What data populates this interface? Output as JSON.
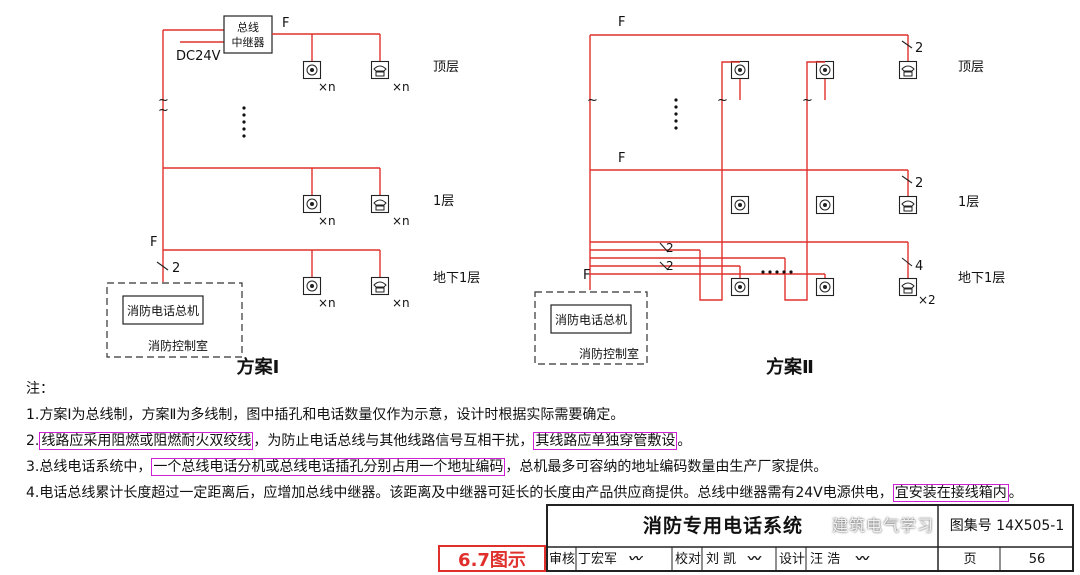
{
  "scheme1": {
    "repeater_line1": "总线",
    "repeater_line2": "中继器",
    "power_label": "DC24V",
    "wire_label_f": "F",
    "wire_label_f2": "F",
    "count_2": "2",
    "floor_top": "顶层",
    "floor_1": "1层",
    "floor_b1": "地下1层",
    "mult_n": "×n",
    "host_label": "消防电话总机",
    "room_label": "消防控制室",
    "caption": "方案Ⅰ"
  },
  "scheme2": {
    "wire_label_f": "F",
    "count_2": "2",
    "count_4": "4",
    "mult_2": "×2",
    "floor_top": "顶层",
    "floor_1": "1层",
    "floor_b1": "地下1层",
    "host_label": "消防电话总机",
    "room_label": "消防控制室",
    "caption": "方案Ⅱ"
  },
  "notes": {
    "heading": "注：",
    "n1": "1.方案Ⅰ为总线制，方案Ⅱ为多线制，图中插孔和电话数量仅作为示意，设计时根据实际需要确定。",
    "n2_a": "2.",
    "n2_b": "线路应采用阻燃或阻燃耐火双绞线",
    "n2_c": "，为防止电话总线与其他线路信号互相干扰，",
    "n2_d": "其线路应单独穿管敷设",
    "n2_e": "。",
    "n3_a": "3.总线电话系统中，",
    "n3_b": "一个总线电话分机或总线电话插孔分别占用一个地址编码",
    "n3_c": "，总机最多可容纳的地址编码数量由生产厂家提供。",
    "n4_a": "4.电话总线累计长度超过一定距离后，应增加总线中继器。该距离及中继器可延长的长度由产品供应商提供。总线中继器需有24V电源供电，",
    "n4_b": "宜安装在接线箱内",
    "n4_c": "。"
  },
  "title_block": {
    "title": "消防专用电话系统",
    "drawing_no": "图集号 14X505-1",
    "review_label": "审核",
    "review_name": "丁宏军",
    "check_label": "校对",
    "check_name": "刘 凯",
    "design_label": "设计",
    "design_name": "汪 浩",
    "page_label": "页",
    "page_no": "56"
  },
  "figure_label": "6.7图示",
  "watermark": "建筑电气学习",
  "colors": {
    "wire": "#e0302c",
    "highlight": "#d11fd6",
    "figure_label": "#e0302c"
  }
}
